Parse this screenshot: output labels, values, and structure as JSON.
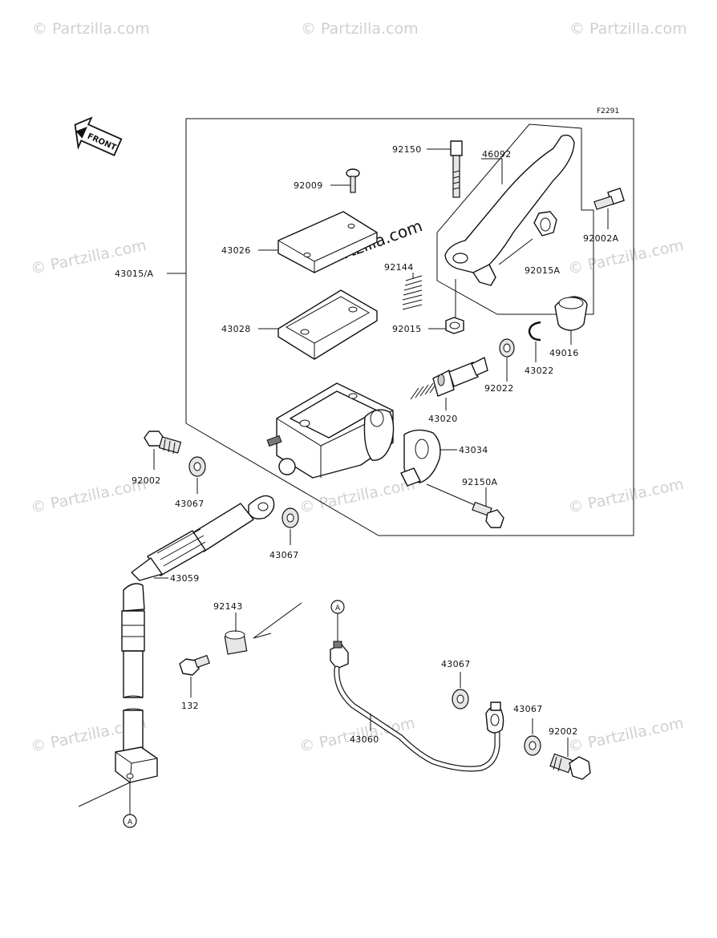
{
  "figure_code": "F2291",
  "front_label": "FRONT",
  "watermark_text": "© Partzilla.com",
  "callout_ref": "A",
  "part_labels": {
    "p92150": "92150",
    "p46092": "46092",
    "p92009": "92009",
    "p92002A": "92002A",
    "p43026": "43026",
    "p92015A": "92015A",
    "p43015A": "43015/A",
    "p92144": "92144",
    "p43028": "43028",
    "p92015": "92015",
    "p49016": "49016",
    "p43022": "43022",
    "p92022": "92022",
    "p43020": "43020",
    "p43034": "43034",
    "p92002_top": "92002",
    "p92150A": "92150A",
    "p43067_a": "43067",
    "p43067_b": "43067",
    "p43059": "43059",
    "p92143": "92143",
    "p132": "132",
    "p43067_c": "43067",
    "p43067_d": "43067",
    "p92002_bottom": "92002",
    "p43060": "43060"
  },
  "colors": {
    "line": "#111111",
    "watermark": "#d0d0d0",
    "background": "#ffffff"
  }
}
